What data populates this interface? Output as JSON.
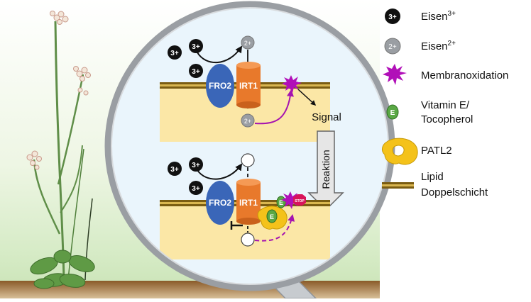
{
  "ion_labels": {
    "iron3": "3+",
    "iron2": "2+"
  },
  "proteins": {
    "fro2": "FRO2",
    "irt1": "IRT1"
  },
  "vitamin_e_letter": "E",
  "stop_label": "STOP",
  "process": {
    "signal": "Signal",
    "reaction": "Reaktion"
  },
  "legend": {
    "iron3": {
      "label": "Eisen",
      "sup": "3+"
    },
    "iron2": {
      "label": "Eisen",
      "sup": "2+"
    },
    "oxidation": {
      "label": "Membranoxidation"
    },
    "vitamin_e": {
      "line1": "Vitamin E/",
      "line2": "Tocopherol"
    },
    "patl2": {
      "label": "PATL2"
    },
    "lipid": {
      "line1": "Lipid",
      "line2": "Doppelschicht"
    }
  },
  "colors": {
    "fro2": "#3a66b8",
    "irt1": "#e8792b",
    "membrane": "#7a5c12",
    "cytoplasm": "#fbe7a6",
    "oxidation": "#b10fb8",
    "vitamin_e": "#5aa845",
    "patl2": "#f4c21a",
    "stop": "#d8145a",
    "lens_fill": "#eaf5fc",
    "lens_rim": "#9a9ea3"
  }
}
